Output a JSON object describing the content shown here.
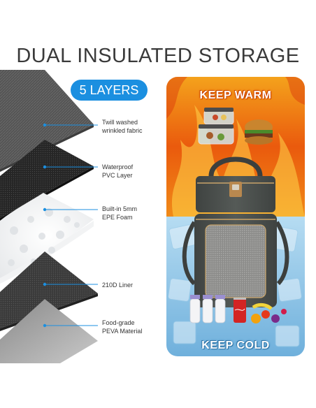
{
  "heading": "DUAL INSULATED STORAGE",
  "badge": "5 LAYERS",
  "layers": [
    {
      "label": "Twill washed\nwrinkled fabric"
    },
    {
      "label": "Waterproof\nPVC Layer"
    },
    {
      "label": "Built-in 5mm\nEPE Foam"
    },
    {
      "label": "210D Liner"
    },
    {
      "label": "Food-grade\nPEVA Material"
    }
  ],
  "panel": {
    "warm_label": "KEEP WARM",
    "cold_label": "KEEP COLD"
  },
  "colors": {
    "accent": "#1b8fe0",
    "title": "#3a3a3a",
    "fire": "#f06a10",
    "ice": "#8cc3e6",
    "bag": "#4b4f4d",
    "trim": "#c9a46a"
  }
}
